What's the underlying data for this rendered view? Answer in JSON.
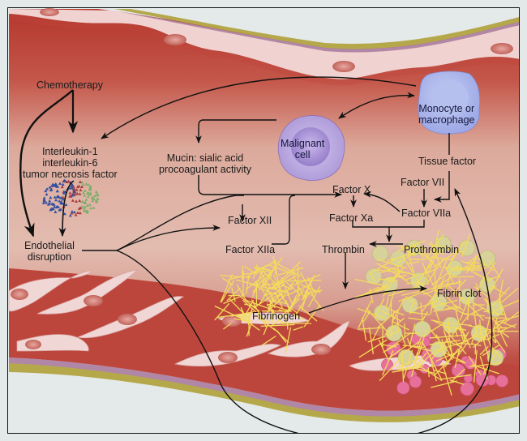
{
  "title": "Tumor-associated coagulation pathway",
  "colors": {
    "vessel_wall_outer": "#b5a84a",
    "vessel_wall_purple": "#b087a6",
    "endothelium": "#f0d6d4",
    "lumen_dark": "#b53a30",
    "lumen_light": "#e0b6aa",
    "tissue": "#e6bfb2",
    "malignant_cell": "#b9a4dc",
    "monocyte": "#a9b4ea",
    "fibrin": "#f3dc5a",
    "platelet": "#d7d19a",
    "rbc_fragment": "#e7709a",
    "arrow": "#111111",
    "background": "#e3e9e9"
  },
  "labels": {
    "chemotherapy": "Chemotherapy",
    "cytokines": [
      "Interleukin-1",
      "interleukin-6",
      "tumor necrosis factor"
    ],
    "endothelial": [
      "Endothelial",
      "disruption"
    ],
    "mucin": [
      "Mucin: sialic acid",
      "procoagulant activity"
    ],
    "malignant_cell": [
      "Malignant",
      "cell"
    ],
    "monocyte": [
      "Monocyte or",
      "macrophage"
    ],
    "tissue_factor": "Tissue factor",
    "factor_vii": "Factor VII",
    "factor_viia": "Factor VIIa",
    "factor_x": "Factor X",
    "factor_xa": "Factor Xa",
    "factor_xii": "Factor XII",
    "factor_xiia": "Factor XIIa",
    "thrombin": "Thrombin",
    "prothrombin": "Prothrombin",
    "fibrinogen": "Fibrinogen",
    "fibrin_clot": "Fibrin clot"
  },
  "cytokine_dot_colors": [
    "#2f4fa0",
    "#a83a3a",
    "#7fae6a"
  ]
}
